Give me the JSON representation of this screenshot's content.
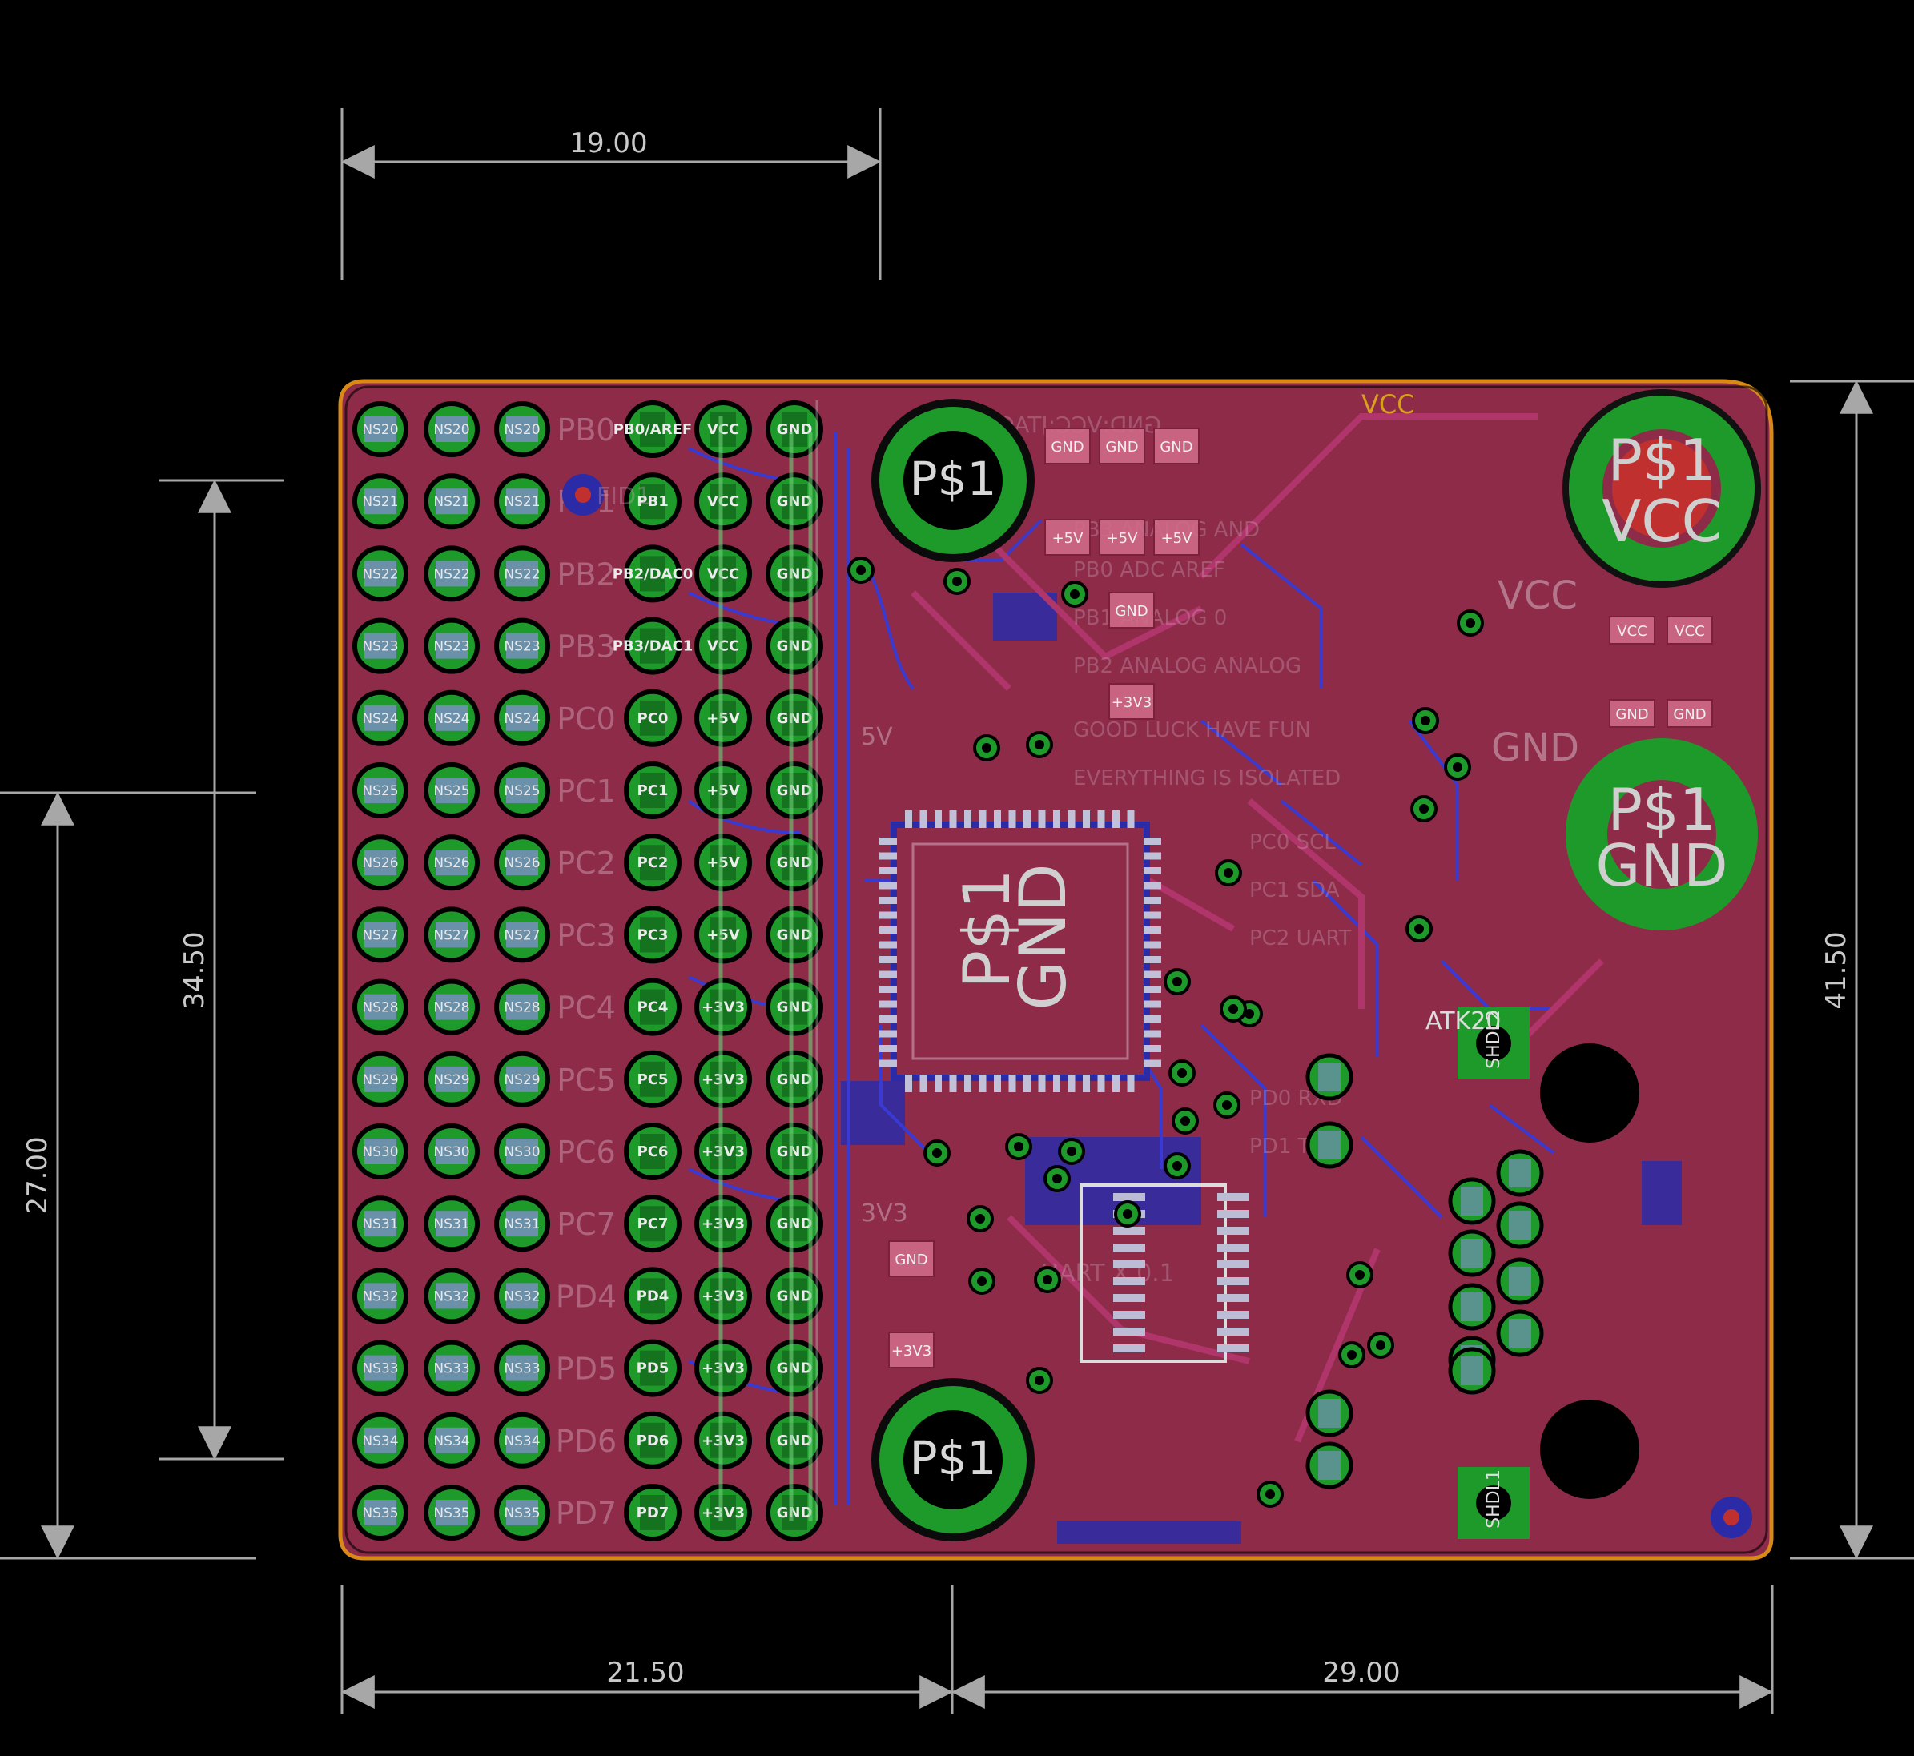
{
  "dimensions": {
    "top": "19.00",
    "left_outer": "27.00",
    "left_inner": "34.50",
    "right": "41.50",
    "bottom_left": "21.50",
    "bottom_right": "29.00"
  },
  "header_columns": [
    {
      "rows": [
        "PB0/AREF",
        "PB1",
        "PB2/DAC0",
        "PB3/DAC1",
        "PC0",
        "PC1",
        "PC2",
        "PC3",
        "PC4",
        "PC5",
        "PC6",
        "PC7",
        "PD4",
        "PD5",
        "PD6",
        "PD7"
      ]
    },
    {
      "rows": [
        "VCC",
        "VCC",
        "VCC",
        "VCC",
        "+5V",
        "+5V",
        "+5V",
        "+5V",
        "+3V3",
        "+3V3",
        "+3V3",
        "+3V3",
        "+3V3",
        "+3V3",
        "+3V3",
        "+3V3"
      ]
    },
    {
      "rows": [
        "GND",
        "GND",
        "GND",
        "GND",
        "GND",
        "GND",
        "GND",
        "GND",
        "GND",
        "GND",
        "GND",
        "GND",
        "GND",
        "GND",
        "GND",
        "GND"
      ]
    }
  ],
  "ns_rows": [
    "NS20",
    "NS21",
    "NS22",
    "NS23",
    "NS24",
    "NS25",
    "NS26",
    "NS27",
    "NS28",
    "NS29",
    "NS30",
    "NS31",
    "NS32",
    "NS33",
    "NS34",
    "NS35"
  ],
  "port_labels": [
    "PB0",
    "PB1",
    "PB2",
    "PB3",
    "PC0",
    "PC1",
    "PC2",
    "PC3",
    "PC4",
    "PC5",
    "PC6",
    "PC7",
    "PD4",
    "PD5",
    "PD6",
    "PD7"
  ],
  "mounting_holes": {
    "top_left": "P$1",
    "bottom_left": "P$1",
    "vcc_top": "P$1",
    "vcc_bottom": "VCC",
    "gnd_top": "P$1",
    "gnd_bottom": "GND"
  },
  "chip": {
    "line1": "P$1",
    "line2": "GND"
  },
  "silk": {
    "vcc_top": "VCC",
    "vcc_right": "VCC",
    "gnd_right": "GND",
    "v5": "5V",
    "v3v3": "3V3",
    "atk": "ATK20",
    "shd2": "SHDL2",
    "shd1": "SHDL1",
    "fid": "FID1"
  },
  "cap_pads": [
    {
      "top": "GND",
      "bottom": "+5V"
    },
    {
      "top": "GND",
      "bottom": "+5V"
    },
    {
      "top": "GND",
      "bottom": "+5V"
    }
  ],
  "reg_pads": [
    {
      "top": "GND",
      "bottom": "+3V3"
    },
    {
      "top": "GND",
      "bottom": "+3V3"
    }
  ],
  "vcc_caps": [
    {
      "top": "VCC",
      "bottom": "GND"
    },
    {
      "top": "VCC",
      "bottom": "GND"
    }
  ],
  "colors": {
    "board": "#8d2b49",
    "outline": "#d98a16",
    "copper_bottom": "#2b2ba8",
    "pad": "#1d9a2a",
    "dimension": "#a7a7a7"
  }
}
